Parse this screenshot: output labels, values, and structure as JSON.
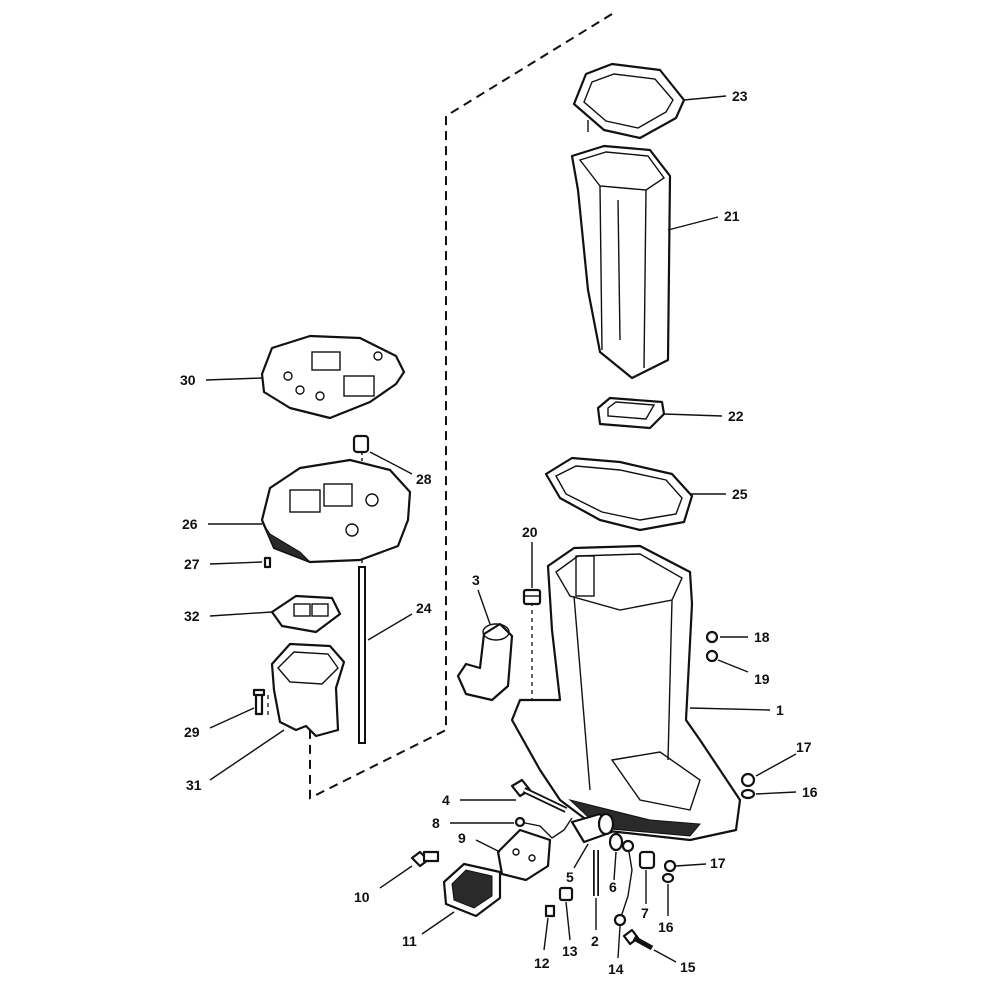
{
  "diagram": {
    "callouts": [
      {
        "id": "23",
        "label": "23"
      },
      {
        "id": "21",
        "label": "21"
      },
      {
        "id": "22",
        "label": "22"
      },
      {
        "id": "25",
        "label": "25"
      },
      {
        "id": "20",
        "label": "20"
      },
      {
        "id": "3",
        "label": "3"
      },
      {
        "id": "18",
        "label": "18"
      },
      {
        "id": "19",
        "label": "19"
      },
      {
        "id": "1",
        "label": "1"
      },
      {
        "id": "17a",
        "label": "17"
      },
      {
        "id": "16a",
        "label": "16"
      },
      {
        "id": "30",
        "label": "30"
      },
      {
        "id": "28",
        "label": "28"
      },
      {
        "id": "26",
        "label": "26"
      },
      {
        "id": "27",
        "label": "27"
      },
      {
        "id": "32",
        "label": "32"
      },
      {
        "id": "24",
        "label": "24"
      },
      {
        "id": "29",
        "label": "29"
      },
      {
        "id": "31",
        "label": "31"
      },
      {
        "id": "4",
        "label": "4"
      },
      {
        "id": "8",
        "label": "8"
      },
      {
        "id": "9",
        "label": "9"
      },
      {
        "id": "10",
        "label": "10"
      },
      {
        "id": "11",
        "label": "11"
      },
      {
        "id": "12",
        "label": "12"
      },
      {
        "id": "13",
        "label": "13"
      },
      {
        "id": "5",
        "label": "5"
      },
      {
        "id": "2",
        "label": "2"
      },
      {
        "id": "6",
        "label": "6"
      },
      {
        "id": "14",
        "label": "14"
      },
      {
        "id": "7",
        "label": "7"
      },
      {
        "id": "16b",
        "label": "16"
      },
      {
        "id": "17b",
        "label": "17"
      },
      {
        "id": "15",
        "label": "15"
      }
    ]
  }
}
